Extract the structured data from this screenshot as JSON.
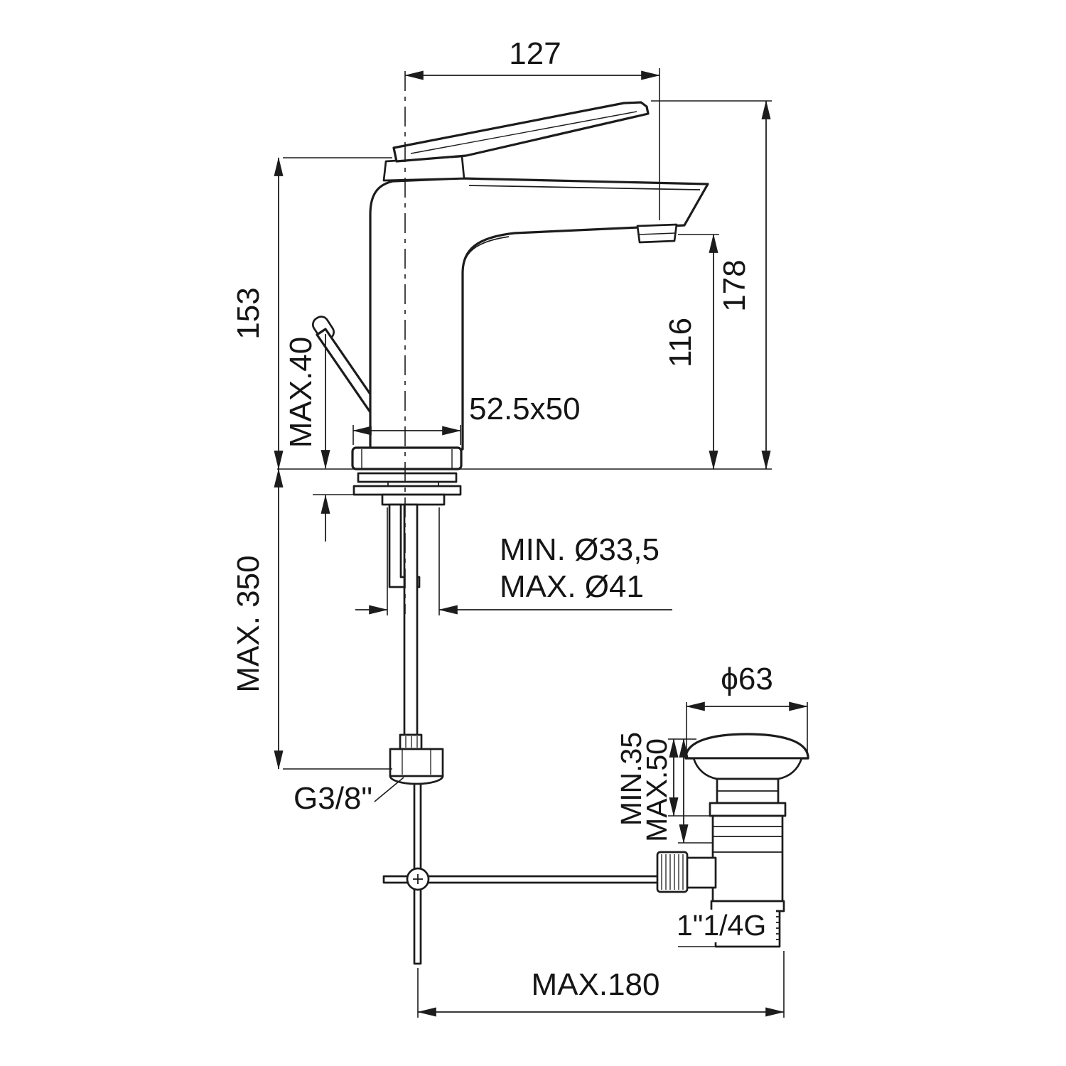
{
  "canvas": {
    "background": "#ffffff",
    "line_color": "#1c1c1c",
    "subject": "single-lever basin mixer faucet with pop-up waste drain, dimensioned technical drawing"
  },
  "dimensions": {
    "spout_projection": "127",
    "height_to_deck": "153",
    "deck_thickness": "MAX.40",
    "total_height": "178",
    "outlet_height": "116",
    "base_footprint": "52.5x50",
    "hole_diameter_min": "MIN. Ø33,5",
    "hole_diameter_max": "MAX. Ø41",
    "hose_length": "MAX. 350",
    "supply_thread": "G3/8\"",
    "waste_cap_diameter": "ϕ63",
    "waste_min_height": "MIN.35",
    "waste_max_height": "MAX.50",
    "waste_thread": "1\"1/4G",
    "rod_reach": "MAX.180"
  }
}
